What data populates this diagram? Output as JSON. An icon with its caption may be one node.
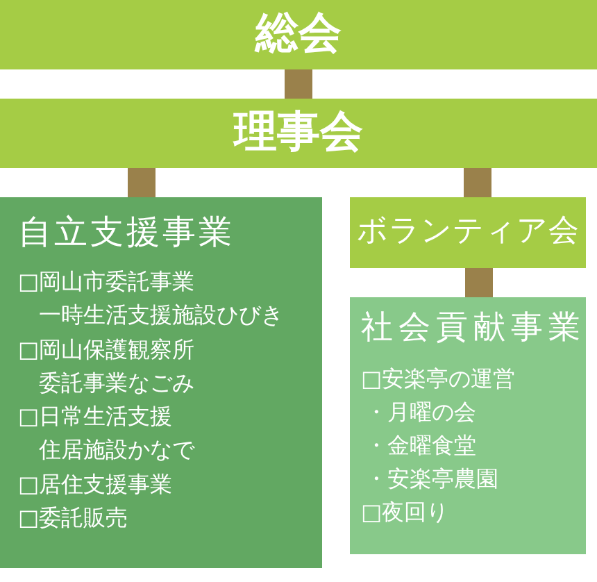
{
  "diagram": {
    "nodes": [
      {
        "text": [
          "総会"
        ]
      },
      {
        "text": [
          "理事会"
        ]
      },
      {
        "text": [
          "自立支援事業",
          "□岡山市委託事業",
          "一時生活支援施設ひびき",
          "□岡山保護観察所",
          "委託事業なごみ",
          "□日常生活支援",
          "住居施設かなで",
          "□居住支援事業",
          "□委託販売"
        ]
      },
      {
        "text": [
          "ボランティア会"
        ]
      },
      {
        "text": [
          "社会貢献事業",
          "□安楽亭の運営",
          "・月曜の会",
          "・金曜食堂",
          "・安楽亭農園",
          "□夜回り"
        ]
      }
    ],
    "edges": [
      {
        "from": 0,
        "to": 1,
        "arrow": "none"
      },
      {
        "from": 1,
        "to": 2,
        "arrow": "none"
      },
      {
        "from": 1,
        "to": 3,
        "arrow": "none"
      },
      {
        "from": 3,
        "to": 4,
        "arrow": "none"
      }
    ]
  }
}
